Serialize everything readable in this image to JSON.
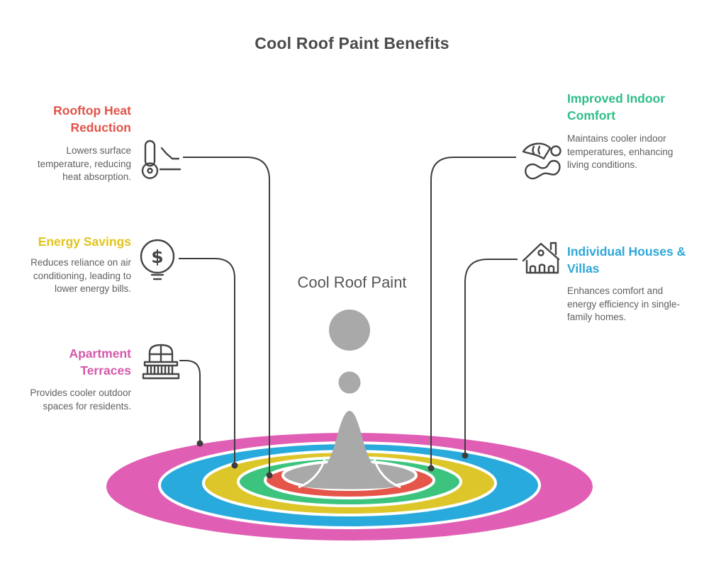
{
  "title": "Cool Roof Paint Benefits",
  "center_label": "Cool Roof Paint",
  "colors": {
    "heading_red": "#e25349",
    "heading_yellow": "#e2c41c",
    "heading_pink": "#d458ab",
    "heading_green": "#2fbe88",
    "heading_blue": "#2ea7d9",
    "ring_pink": "#e05fb4",
    "ring_blue": "#29aadc",
    "ring_yellow": "#ddc629",
    "ring_green": "#3cc47e",
    "ring_red": "#e5554a",
    "splash_gray": "#a9a9a9",
    "connector": "#3d3d3d",
    "title_text": "#4a4a4a",
    "body_text": "#5f5f5f"
  },
  "benefits_left": [
    {
      "title": "Rooftop Heat Reduction",
      "description": "Lowers surface temperature, reducing heat absorption.",
      "icon": "thermometer-icon",
      "ring": "red"
    },
    {
      "title": "Energy Savings",
      "description": "Reduces reliance on air conditioning, leading to lower energy bills.",
      "icon": "dollar-bulb-icon",
      "ring": "yellow"
    },
    {
      "title": "Apartment Terraces",
      "description": "Provides cooler outdoor spaces for residents.",
      "icon": "balcony-icon",
      "ring": "pink"
    }
  ],
  "benefits_right": [
    {
      "title": "Improved Indoor Comfort",
      "description": "Maintains cooler indoor temperatures, enhancing living conditions.",
      "icon": "person-relaxing-icon",
      "ring": "green"
    },
    {
      "title": "Individual Houses & Villas",
      "description": "Enhances comfort and energy efficiency in single-family homes.",
      "icon": "house-icon",
      "ring": "blue"
    }
  ]
}
